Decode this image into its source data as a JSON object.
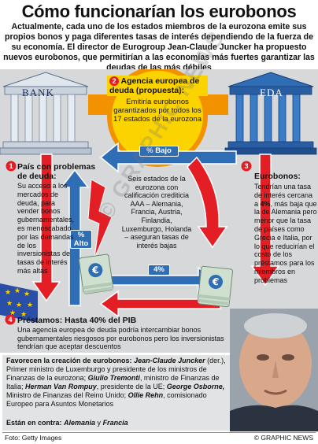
{
  "title": "Cómo funcionarían los eurobonos",
  "intro": "Actualmente, cada uno de los estados miembros de la eurozona emite sus propios bonos y  paga diferentes tasas de interés dependiendo de la fuerza de su economía. El director de Eurogroup Jean-Claude Juncker ha propuesto nuevos eurobonos, que permitirían a las economías más fuertes garantizar las deudas de las más débiles",
  "bank_label": "BANK",
  "eda_label": "EDA",
  "step2": {
    "number": "2",
    "title": "Agencia europea de deuda (propuesta):",
    "body": "Emitiría eurobonos garantizados por todos los 17 estados de la eurozona"
  },
  "pills": {
    "bajo": "% Bajo",
    "alto": "% Alto",
    "four": "4%"
  },
  "middle_text": "Seis estados de la eurozona con calificación crediticia AAA – Alemania, Francia, Austria, Finlandia, Luxemburgo, Holanda – aseguran tasas de interés bajas",
  "step1": {
    "number": "1",
    "title": "País con problemas de deuda:",
    "body": "Su acceso a los mercados de deuda, para vender bonos gubernamentales, es menoscabado por las demandas de los inversionistas de tasas de interés más altas"
  },
  "step3": {
    "number": "3",
    "title": "Eurobonos:",
    "body_pre": "Tendrían una tasa de interés cercana a ",
    "body_bold": "4%",
    "body_post": ", más baja que la de Alemania pero menor que la tasa de países como Grecia e Italia, por lo que reducirían el costo de los préstamos para los miembros en problemas"
  },
  "step4": {
    "number": "4",
    "title": "Préstamos: Hasta 40% del PIB",
    "body": "Una agencia europea de deuda podría intercambiar bonos gubernamentales riesgosos por eurobonos pero los inversionistas tendrían que aceptar descuentos"
  },
  "favor": {
    "lead": "Favorecen la creación de eurobonos: ",
    "n1": "Jean-Claude Juncker",
    "n1_note": " (der.),",
    "t1": " Primer ministro de Luxemburgo y presidente de los ministros de Finanzas de la eurozona; ",
    "n2": "Giulio Tremonti",
    "t2": ", ministro de Finanzas de Italia; ",
    "n3": "Herman Van Rompuy",
    "t3": ", presidente de la UE; ",
    "n4": "George Osborne,",
    "t4": " Ministro de Finanzas del Reino Unido; ",
    "n5": "Ollie Rehn",
    "t5": ", comisionado Europeo para Asuntos Monetarios"
  },
  "against": {
    "lead": "Están en contra: ",
    "n1": "Alemania",
    "mid": " y ",
    "n2": "Francia"
  },
  "footer_left": "Foto: Getty Images",
  "footer_right": "© GRAPHIC NEWS",
  "watermark": "© GRAPHIC NEWS",
  "colors": {
    "red": "#e31e24",
    "blue": "#2f6db5",
    "yellow": "#fbd400",
    "orange": "#f39200",
    "gray_bg": "#d6d8da"
  }
}
